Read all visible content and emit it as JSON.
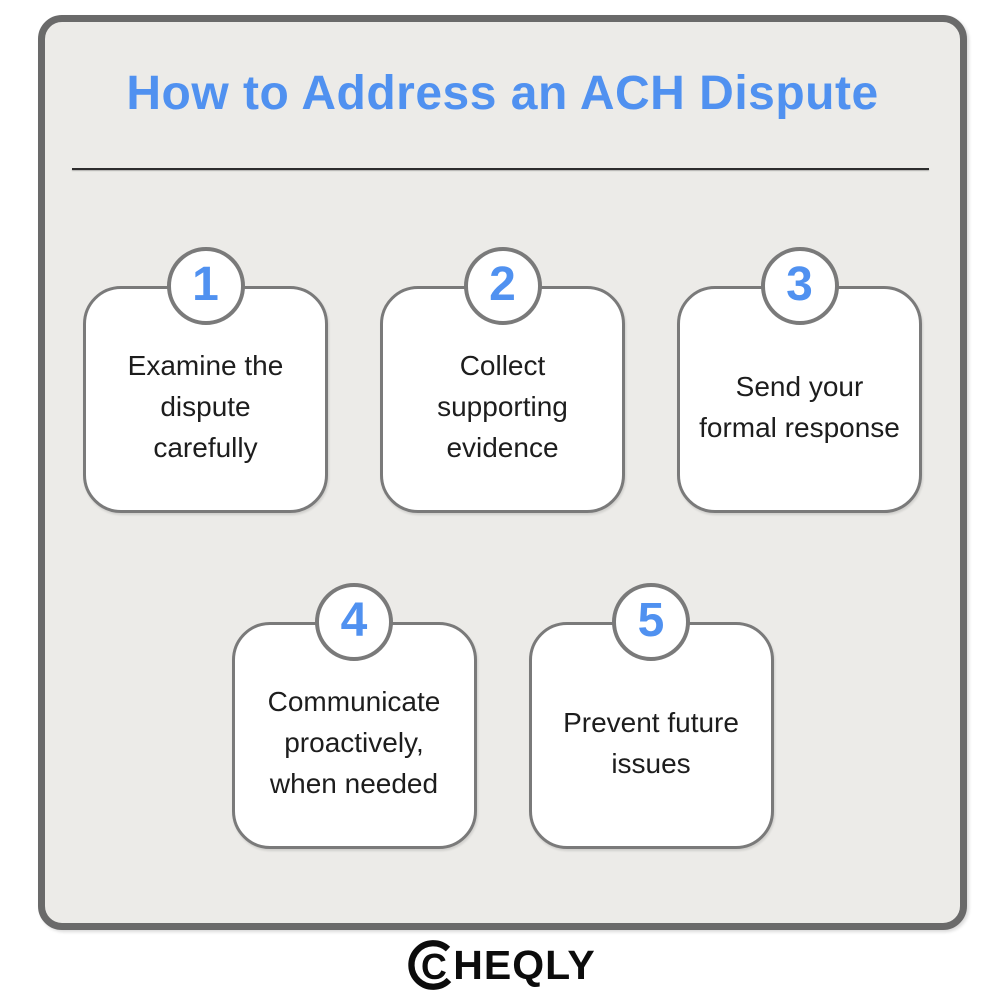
{
  "page": {
    "title": "How to Address an ACH Dispute"
  },
  "colors": {
    "accent_blue": "#5091F0",
    "frame_background": "#ECEBE8",
    "frame_border": "#6A6A6A",
    "card_border": "#7A7A7A",
    "card_background": "#FFFFFF",
    "body_text": "#1D1D1D",
    "divider": "#2D2D2D",
    "logo_black": "#0C0C0C"
  },
  "steps": [
    {
      "number": "1",
      "label": "Examine the\ndispute\ncarefully"
    },
    {
      "number": "2",
      "label": "Collect\nsupporting\nevidence"
    },
    {
      "number": "3",
      "label": "Send your\nformal response"
    },
    {
      "number": "4",
      "label": "Communicate\nproactively,\nwhen needed"
    },
    {
      "number": "5",
      "label": "Prevent future\nissues"
    }
  ],
  "logo": {
    "brand": "CHEQLY",
    "icon_letter": "C",
    "rest": "HEQLY"
  }
}
